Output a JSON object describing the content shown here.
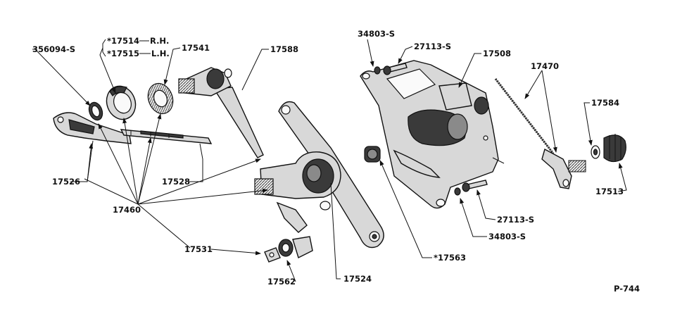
{
  "labels": {
    "p356094s": "356094-S",
    "p17514": "*17514",
    "p17514_side": "R.H.",
    "p17515": "*17515",
    "p17515_side": "L.H.",
    "p17541": "17541",
    "p17588": "17588",
    "p34803s_top": "34803-S",
    "p27113s_top": "27113-S",
    "p17508": "17508",
    "p17470": "17470",
    "p17584": "17584",
    "p17513": "17513",
    "p17526": "17526",
    "p17528": "17528",
    "p17460": "17460",
    "p17531": "17531",
    "p17562": "17562",
    "p17524": "17524",
    "p17563": "*17563",
    "p27113s_bottom": "27113-S",
    "p34803s_bottom": "34803-S",
    "plate": "P-744"
  }
}
